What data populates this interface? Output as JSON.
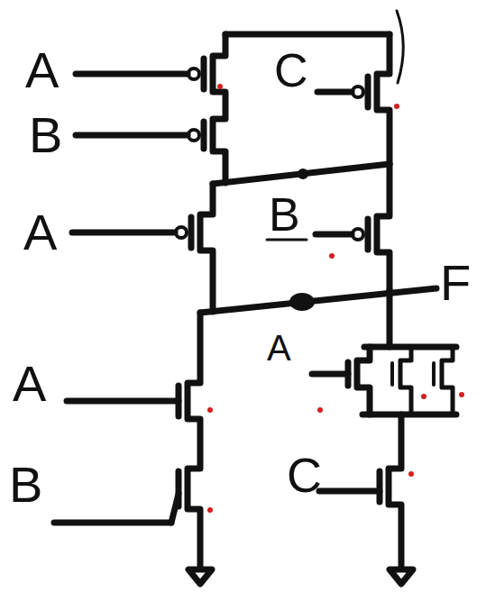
{
  "diagram": {
    "labels": [
      "A",
      "C",
      "B",
      "A",
      "B",
      "F",
      "A",
      "A",
      "B",
      "C"
    ]
  }
}
